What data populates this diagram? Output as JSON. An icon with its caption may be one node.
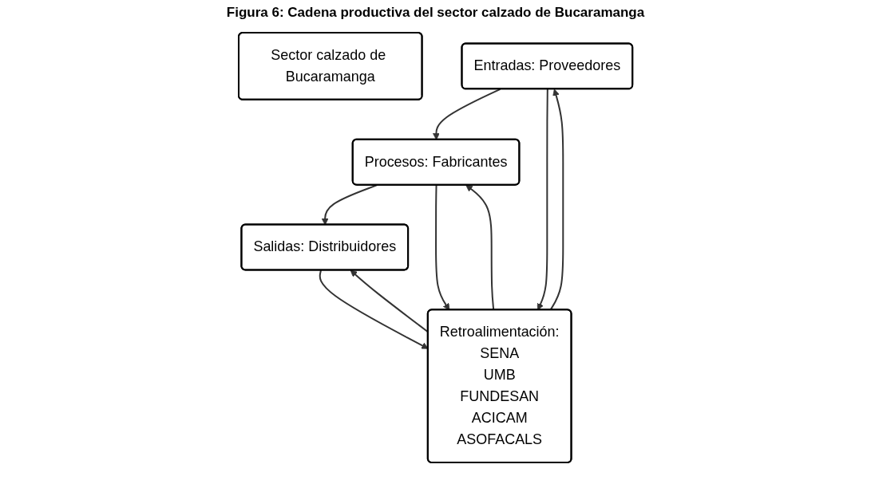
{
  "diagram": {
    "title": "Figura 6: Cadena productiva del sector calzado de Bucaramanga",
    "nodes": [
      {
        "text": [
          "Sector calzado de Bucaramanga"
        ]
      },
      {
        "text": [
          "Entradas: Proveedores"
        ]
      },
      {
        "text": [
          "Procesos: Fabricantes"
        ]
      },
      {
        "text": [
          "Salidas: Distribuidores"
        ]
      },
      {
        "text": [
          "Retroalimentación:",
          "SENA",
          "UMB",
          "FUNDESAN",
          "ACICAM",
          "ASOFACALS"
        ]
      }
    ],
    "edges": [
      {
        "from": 1,
        "to": 2,
        "arrow": "to"
      },
      {
        "from": 2,
        "to": 3,
        "arrow": "to"
      },
      {
        "from": 4,
        "to": 1,
        "arrow": "to"
      },
      {
        "from": 1,
        "to": 4,
        "arrow": "to"
      },
      {
        "from": 4,
        "to": 2,
        "arrow": "to"
      },
      {
        "from": 2,
        "to": 4,
        "arrow": "to"
      },
      {
        "from": 3,
        "to": 4,
        "arrow": "to"
      },
      {
        "from": 4,
        "to": 3,
        "arrow": "to"
      }
    ]
  }
}
